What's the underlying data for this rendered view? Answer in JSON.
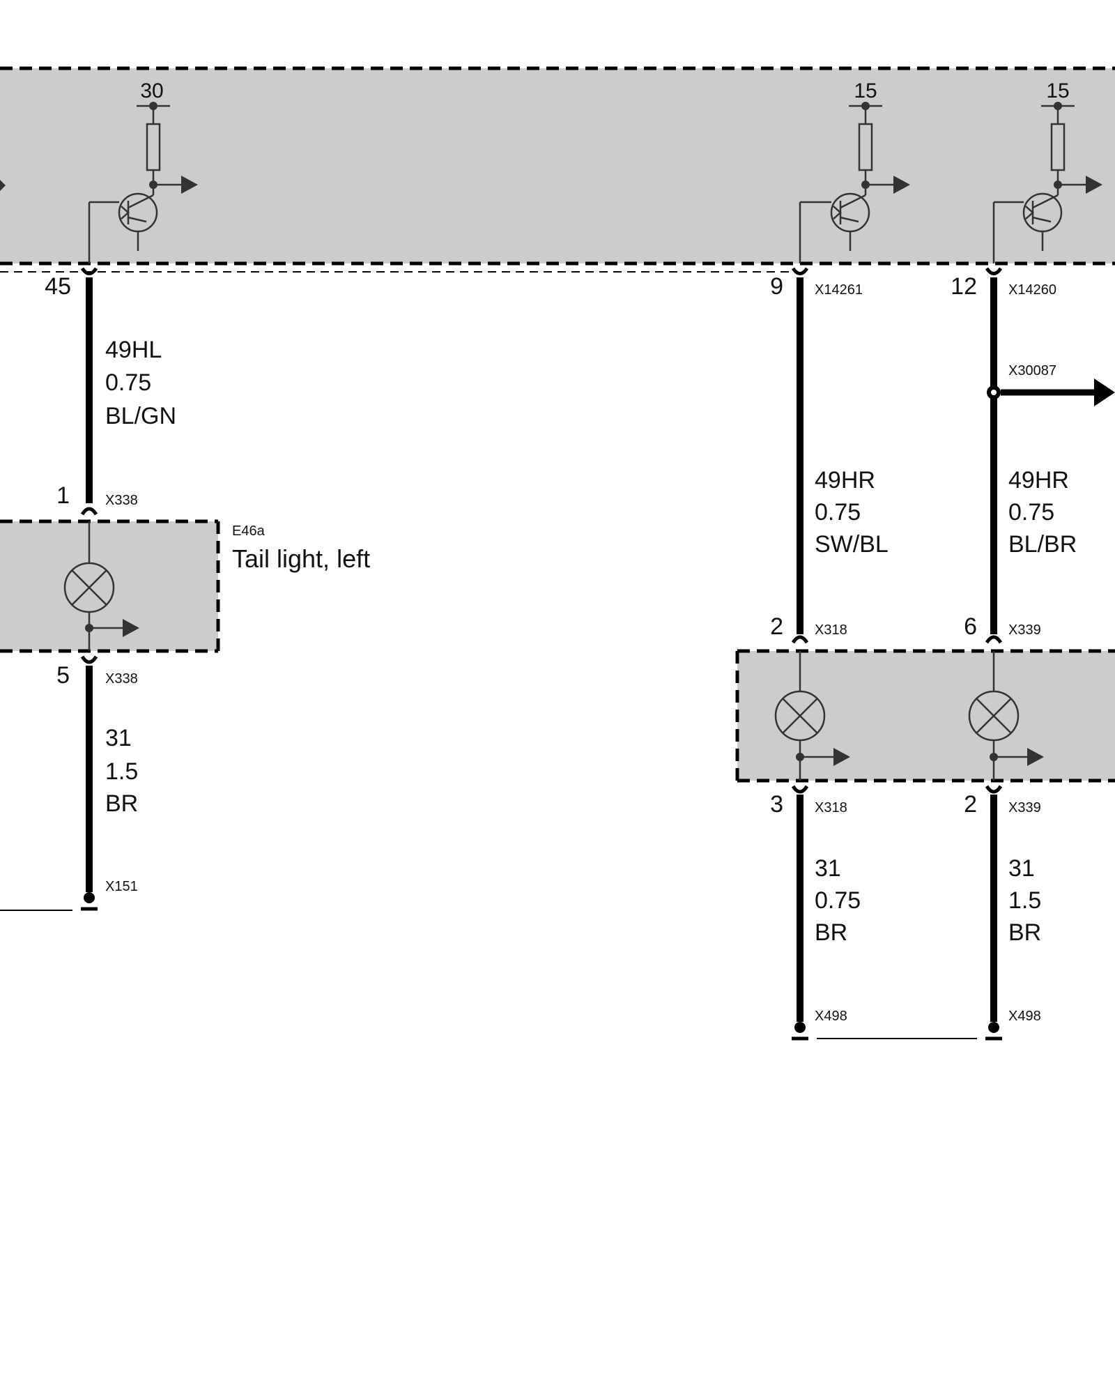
{
  "colors": {
    "module_fill": "#cccccc",
    "wire": "#000000",
    "symbol": "#333333",
    "background": "#ffffff"
  },
  "control_unit": {
    "supplies": [
      {
        "terminal": "30"
      },
      {
        "terminal": "15"
      },
      {
        "terminal": "15"
      }
    ],
    "pins": [
      {
        "pin": "45",
        "connector": ""
      },
      {
        "pin": "9",
        "connector": "X14261"
      },
      {
        "pin": "12",
        "connector": "X14260"
      }
    ]
  },
  "tail_light_left": {
    "id": "E46a",
    "name": "Tail light, left",
    "pin_top": "1",
    "connector_top": "X338",
    "pin_bottom": "5",
    "connector_bottom": "X338"
  },
  "right_lamp_unit": {
    "lamp1": {
      "pin_top": "2",
      "connector_top": "X318",
      "pin_bottom": "3",
      "connector_bottom": "X318"
    },
    "lamp2": {
      "pin_top": "6",
      "connector_top": "X339",
      "pin_bottom": "2",
      "connector_bottom": "X339"
    }
  },
  "splice": {
    "connector": "X30087"
  },
  "wires": [
    {
      "signal": "49HL",
      "gauge": "0.75",
      "color_code": "BL/GN"
    },
    {
      "signal": "49HR",
      "gauge": "0.75",
      "color_code": "SW/BL"
    },
    {
      "signal": "49HR",
      "gauge": "0.75",
      "color_code": "BL/BR"
    },
    {
      "signal": "31",
      "gauge": "1.5",
      "color_code": "BR"
    },
    {
      "signal": "31",
      "gauge": "0.75",
      "color_code": "BR"
    },
    {
      "signal": "31",
      "gauge": "1.5",
      "color_code": "BR"
    }
  ],
  "grounds": [
    {
      "connector": "X151"
    },
    {
      "connector": "X498"
    },
    {
      "connector": "X498"
    }
  ]
}
